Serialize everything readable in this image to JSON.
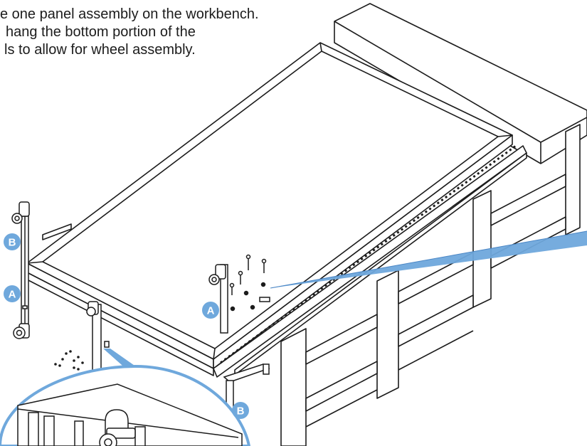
{
  "instructions": {
    "line1": "e one panel assembly on the workbench.",
    "line2": "hang the bottom portion of the",
    "line3": "ls to allow for wheel assembly."
  },
  "callouts": {
    "part_a": "A",
    "part_b": "B"
  },
  "colors": {
    "callout_badge": "#6fa8dc",
    "detail_beam": "#6fa8dc",
    "line_art": "#1c1c1c",
    "background": "#ffffff"
  },
  "icons": [
    "caster-wheel-icon",
    "bolt-icon"
  ]
}
